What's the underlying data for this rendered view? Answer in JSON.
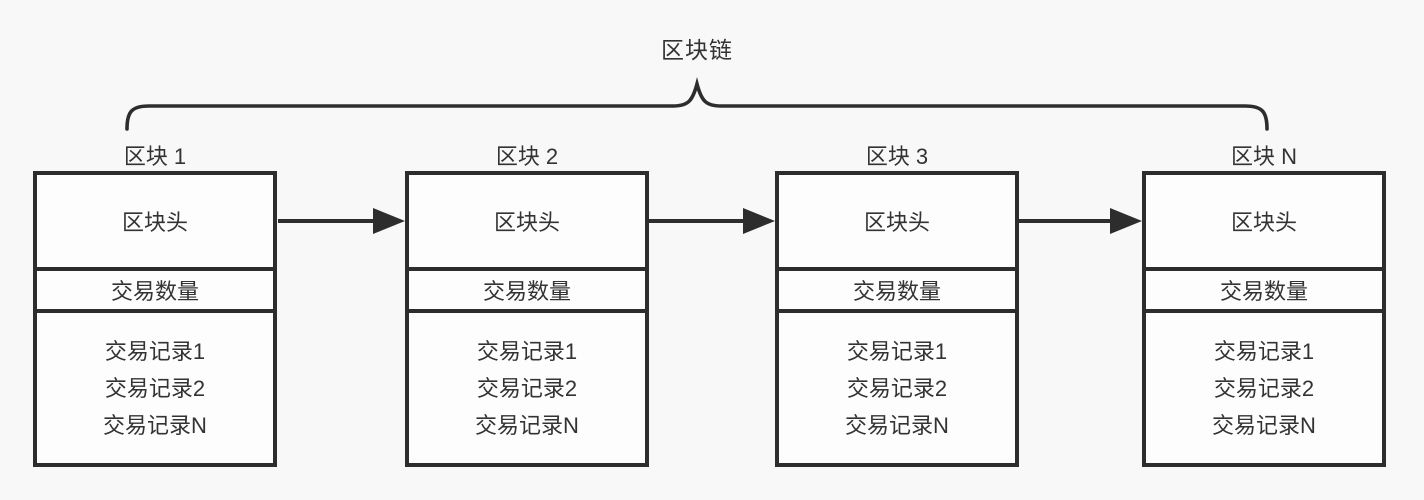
{
  "diagram": {
    "title": "区块链",
    "colors": {
      "background": "#f8f8f8",
      "block_fill": "#fdfdfd",
      "line": "#2d2d2d",
      "text": "#333333"
    },
    "blocks": [
      {
        "label": "区块 1",
        "header": "区块头",
        "count_label": "交易数量",
        "records": [
          "交易记录1",
          "交易记录2",
          "交易记录N"
        ]
      },
      {
        "label": "区块 2",
        "header": "区块头",
        "count_label": "交易数量",
        "records": [
          "交易记录1",
          "交易记录2",
          "交易记录N"
        ]
      },
      {
        "label": "区块 3",
        "header": "区块头",
        "count_label": "交易数量",
        "records": [
          "交易记录1",
          "交易记录2",
          "交易记录N"
        ]
      },
      {
        "label": "区块 N",
        "header": "区块头",
        "count_label": "交易数量",
        "records": [
          "交易记录1",
          "交易记录2",
          "交易记录N"
        ]
      }
    ]
  }
}
